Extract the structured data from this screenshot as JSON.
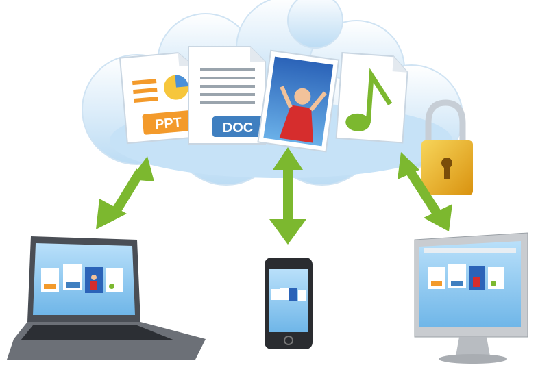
{
  "illustration": {
    "documents": [
      {
        "type": "presentation",
        "label": "PPT",
        "color": "#f39a2b"
      },
      {
        "type": "document",
        "label": "DOC",
        "color": "#3f7fc0"
      },
      {
        "type": "photo"
      },
      {
        "type": "music"
      }
    ],
    "devices": [
      "laptop",
      "smartphone",
      "desktop-monitor"
    ],
    "colors": {
      "cloud": "#d6ebfa",
      "arrow": "#7cb82f",
      "lock": "#f0b52a",
      "screen": "#8ec8ef"
    }
  }
}
